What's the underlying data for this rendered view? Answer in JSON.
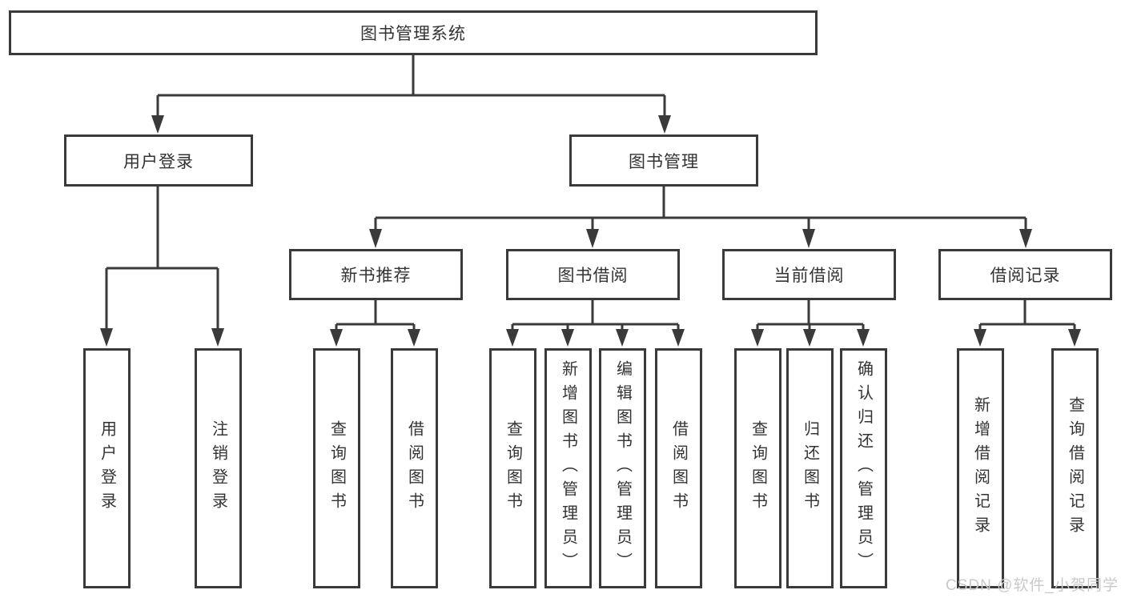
{
  "diagram": {
    "root": {
      "label": "图书管理系统"
    },
    "user_login_branch": {
      "label": "用户登录",
      "children": [
        {
          "label": "用户登录"
        },
        {
          "label": "注销登录"
        }
      ]
    },
    "book_mgmt_branch": {
      "label": "图书管理",
      "children": [
        {
          "label": "新书推荐",
          "children": [
            {
              "label": "查询图书"
            },
            {
              "label": "借阅图书"
            }
          ]
        },
        {
          "label": "图书借阅",
          "children": [
            {
              "label": "查询图书"
            },
            {
              "label": "新增图书（管理员）"
            },
            {
              "label": "编辑图书（管理员）"
            },
            {
              "label": "借阅图书"
            }
          ]
        },
        {
          "label": "当前借阅",
          "children": [
            {
              "label": "查询图书"
            },
            {
              "label": "归还图书"
            },
            {
              "label": "确认归还（管理员）"
            }
          ]
        },
        {
          "label": "借阅记录",
          "children": [
            {
              "label": "新增借阅记录"
            },
            {
              "label": "查询借阅记录"
            }
          ]
        }
      ]
    },
    "watermark": "CSDN @软件_小贺同学",
    "colors": {
      "line": "#3a3a3a",
      "text": "#333333",
      "watermark": "#c9c9c9",
      "background": "#ffffff"
    }
  }
}
